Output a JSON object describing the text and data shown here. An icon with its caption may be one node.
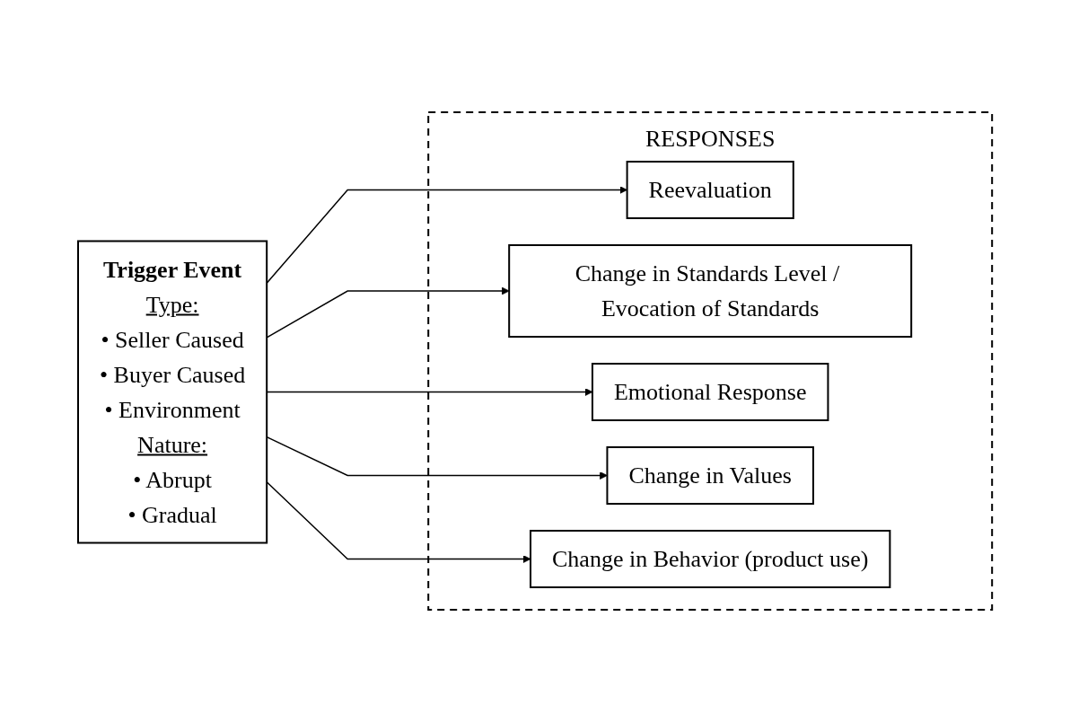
{
  "diagram": {
    "nodes": [
      {
        "text": [
          "Trigger Event",
          "Type:",
          "• Seller Caused",
          "• Buyer Caused",
          "• Environment",
          "Nature:",
          "• Abrupt",
          "• Gradual"
        ]
      },
      {
        "text": [
          "RESPONSES"
        ]
      },
      {
        "text": [
          "Reevaluation"
        ],
        "in": 1
      },
      {
        "text": [
          "Change in Standards Level / Evocation of Standards"
        ],
        "in": 1
      },
      {
        "text": [
          "Emotional Response"
        ],
        "in": 1
      },
      {
        "text": [
          "Change in Values"
        ],
        "in": 1
      },
      {
        "text": [
          "Change in Behavior (product use)"
        ],
        "in": 1
      }
    ],
    "edges": [
      {
        "from": 0,
        "to": 2,
        "arrow": "to"
      },
      {
        "from": 0,
        "to": 3,
        "arrow": "to"
      },
      {
        "from": 0,
        "to": 4,
        "arrow": "to"
      },
      {
        "from": 0,
        "to": 5,
        "arrow": "to"
      },
      {
        "from": 0,
        "to": 6,
        "arrow": "to"
      }
    ]
  }
}
